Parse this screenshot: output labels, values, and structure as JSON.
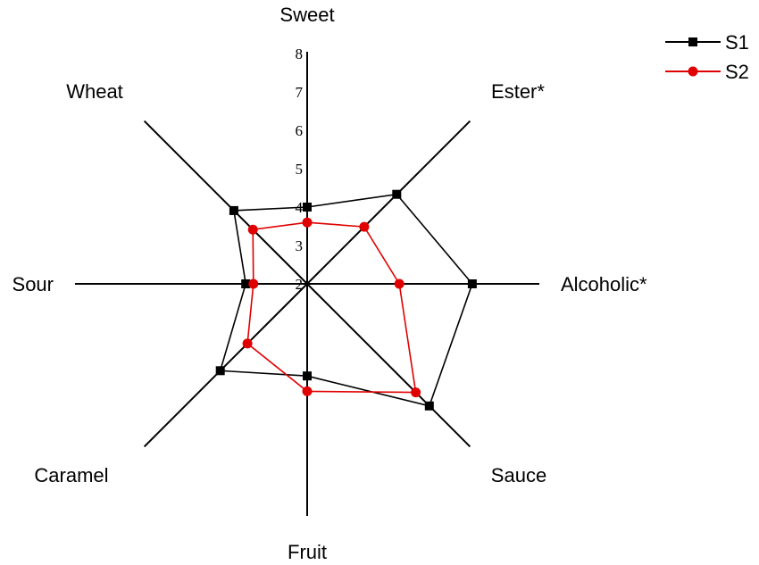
{
  "chart_data": {
    "type": "radar",
    "axes": [
      "Sweet",
      "Ester*",
      "Alcoholic*",
      "Sauce",
      "Fruit",
      "Caramel",
      "Sour",
      "Wheat"
    ],
    "rlim": [
      2,
      8
    ],
    "ticks": [
      "2",
      "3",
      "4",
      "5",
      "6",
      "7",
      "8"
    ],
    "grid": false,
    "legend_position": "top-right",
    "series": [
      {
        "name": "S1",
        "color": "#000000",
        "marker": "square",
        "values": [
          4.0,
          5.3,
          6.3,
          6.5,
          4.4,
          5.2,
          3.6,
          4.7
        ]
      },
      {
        "name": "S2",
        "color": "#e00000",
        "marker": "circle",
        "values": [
          3.6,
          4.1,
          4.4,
          6.0,
          4.8,
          4.2,
          3.4,
          4.0
        ]
      }
    ]
  }
}
